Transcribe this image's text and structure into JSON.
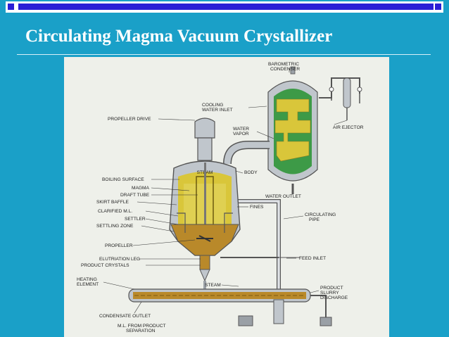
{
  "slide": {
    "title": "Circulating Magma Vacuum Crystallizer"
  },
  "colors": {
    "background": "#1aa0c8",
    "title_text": "#ffffff",
    "topbar_blue": "#2a1fd6",
    "vessel_metal": "#c0c6cc",
    "magma_yellow": "#d9c63a",
    "crystal_gold": "#b9892a",
    "cooling_green": "#3d9a47"
  },
  "figure": {
    "labels": {
      "barometric_condenser_1": "BAROMETRIC",
      "barometric_condenser_2": "CONDENSER",
      "cooling_water_inlet_1": "COOLING",
      "cooling_water_inlet_2": "WATER INLET",
      "propeller_drive": "PROPELLER DRIVE",
      "air_ejector": "AIR EJECTOR",
      "water_vapor_1": "WATER",
      "water_vapor_2": "VAPOR",
      "body": "BODY",
      "boiling_surface": "BOILING SURFACE",
      "magma": "MAGMA",
      "draft_tube": "DRAFT TUBE",
      "skirt_baffle": "SKIRT BAFFLE",
      "clarified_ml_1": "CLARIFIED M.L.",
      "clarified_ml_2": "SETTLER",
      "settling_zone": "SETTLING ZONE",
      "water_outlet": "WATER OUTLET",
      "fines": "FINES",
      "circulating_pipe_1": "CIRCULATING",
      "circulating_pipe_2": "PIPE",
      "propeller": "PROPELLER",
      "elutriation_leg": "ELUTRIATION LEG",
      "product_crystals": "PRODUCT CRYSTALS",
      "feed_inlet": "FEED INLET",
      "heating_element_1": "HEATING",
      "heating_element_2": "ELEMENT",
      "steam": "STEAM",
      "product_slurry_1": "PRODUCT",
      "product_slurry_2": "SLURRY",
      "product_slurry_3": "DISCHARGE",
      "condensate_outlet": "CONDENSATE OUTLET",
      "ml_from_product_1": "M.L. FROM PRODUCT",
      "ml_from_product_2": "SEPARATION"
    }
  }
}
